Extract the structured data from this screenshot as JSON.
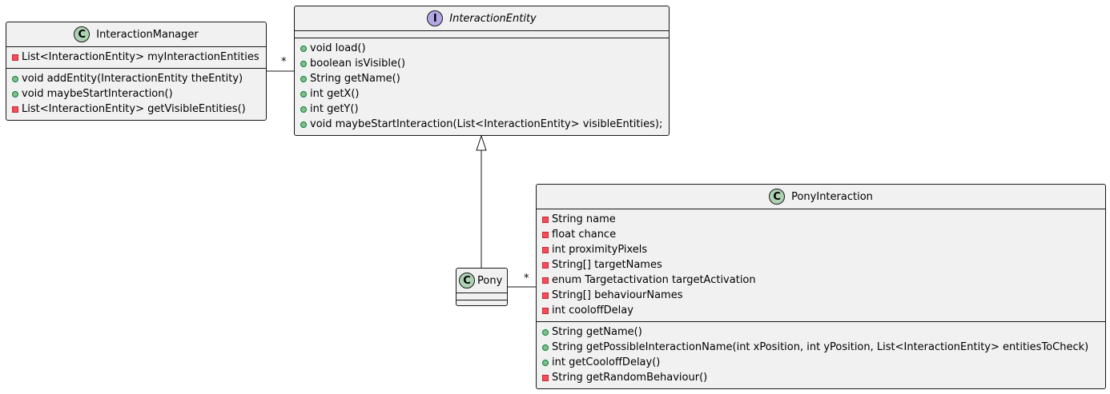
{
  "classes": {
    "interaction_manager": {
      "badge": "C",
      "name": "InteractionManager",
      "fields": [
        {
          "vis": "private",
          "text": "List<InteractionEntity> myInteractionEntities"
        }
      ],
      "methods": [
        {
          "vis": "public",
          "text": "void addEntity(InteractionEntity theEntity)"
        },
        {
          "vis": "public",
          "text": "void maybeStartInteraction()"
        },
        {
          "vis": "private",
          "text": "List<InteractionEntity> getVisibleEntities()"
        }
      ]
    },
    "interaction_entity": {
      "badge": "I",
      "name": "InteractionEntity",
      "fields": [],
      "methods": [
        {
          "vis": "public",
          "text": "void load()"
        },
        {
          "vis": "public",
          "text": "boolean isVisible()"
        },
        {
          "vis": "public",
          "text": "String getName()"
        },
        {
          "vis": "public",
          "text": "int getX()"
        },
        {
          "vis": "public",
          "text": "int getY()"
        },
        {
          "vis": "public",
          "text": "void maybeStartInteraction(List<InteractionEntity> visibleEntities);"
        }
      ]
    },
    "pony": {
      "badge": "C",
      "name": "Pony",
      "fields": [],
      "methods": []
    },
    "pony_interaction": {
      "badge": "C",
      "name": "PonyInteraction",
      "fields": [
        {
          "vis": "private",
          "text": "String name"
        },
        {
          "vis": "private",
          "text": "float chance"
        },
        {
          "vis": "private",
          "text": "int proximityPixels"
        },
        {
          "vis": "private",
          "text": "String[] targetNames"
        },
        {
          "vis": "private",
          "text": "enum Targetactivation targetActivation"
        },
        {
          "vis": "private",
          "text": "String[] behaviourNames"
        },
        {
          "vis": "private",
          "text": "int cooloffDelay"
        }
      ],
      "methods": [
        {
          "vis": "public",
          "text": "String getName()"
        },
        {
          "vis": "public",
          "text": "String getPossibleInteractionName(int xPosition, int yPosition, List<InteractionEntity> entitiesToCheck)"
        },
        {
          "vis": "public",
          "text": "int getCooloffDelay()"
        },
        {
          "vis": "private",
          "text": "String getRandomBehaviour()"
        }
      ]
    }
  },
  "relations": {
    "manager_entity_multiplicity": "*",
    "pony_interaction_multiplicity": "*"
  },
  "colors": {
    "class_badge": "#add1b2",
    "interface_badge": "#b4a7e5",
    "box_fill": "#f1f1f1",
    "border": "#181818"
  }
}
